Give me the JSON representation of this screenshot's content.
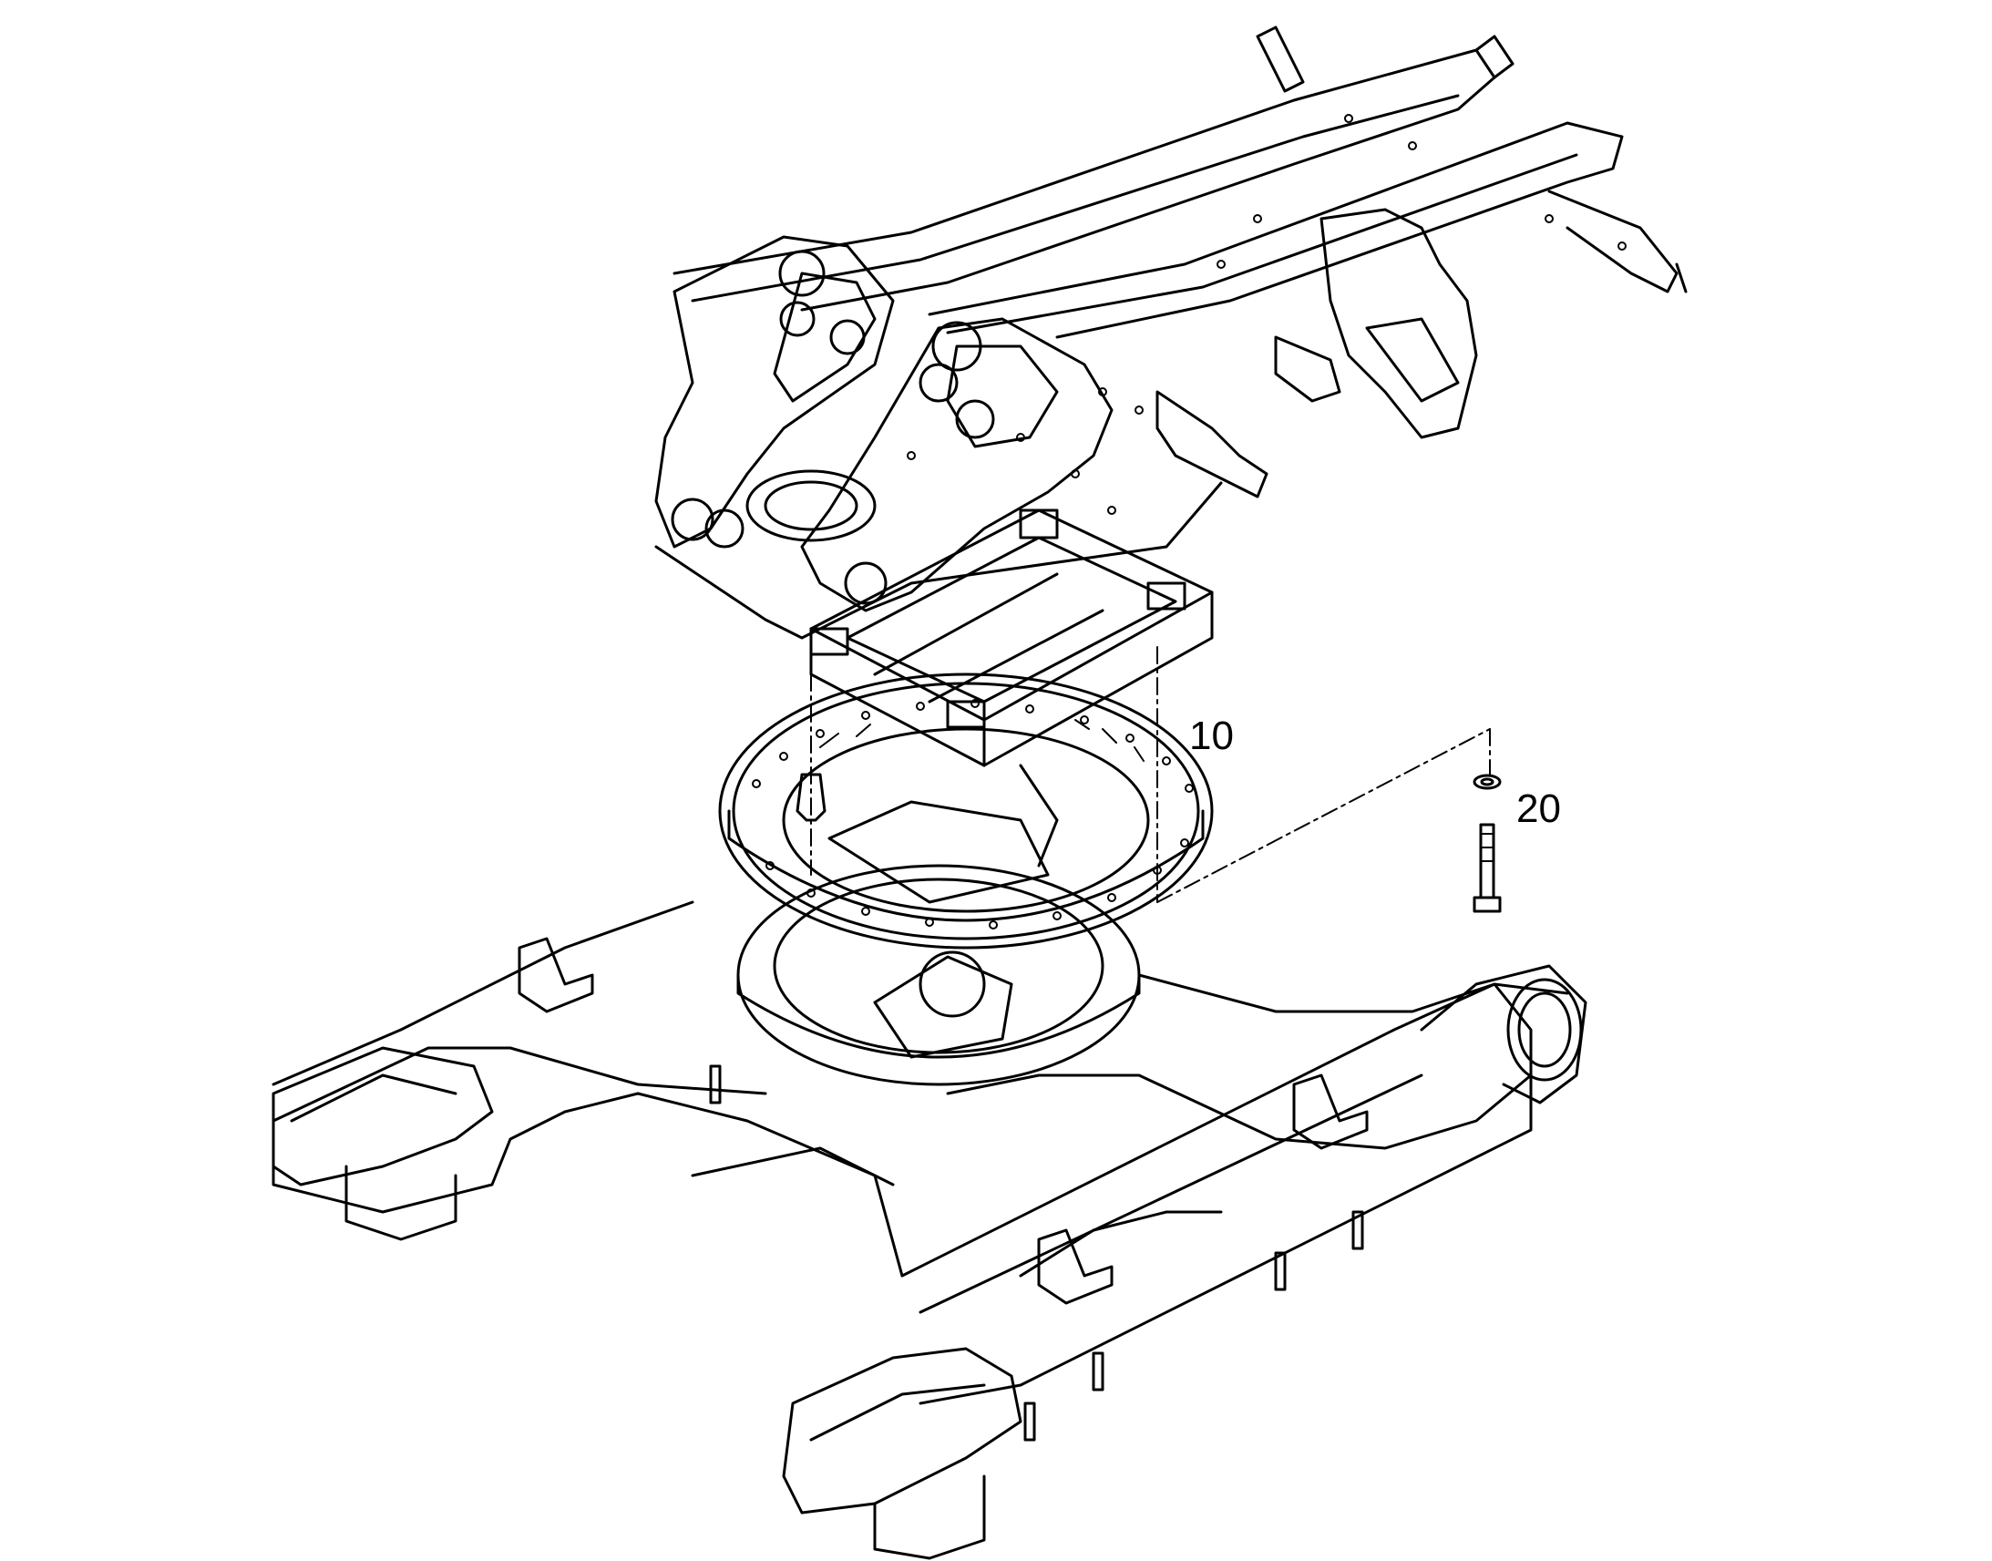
{
  "callouts": {
    "item_10": "10",
    "item_20": "20"
  },
  "colors": {
    "line": "#000000",
    "paper": "#ffffff"
  },
  "icons": {
    "diagram": "exploded-assembly-drawing"
  }
}
